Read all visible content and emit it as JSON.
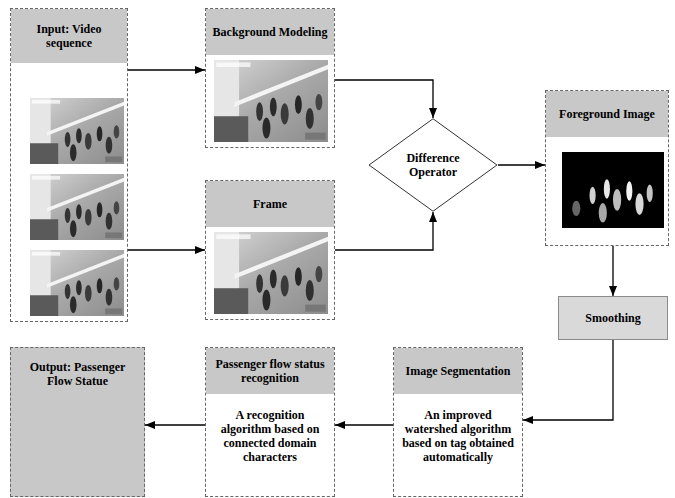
{
  "diagram": {
    "nodes": [
      {
        "text": [
          "Input: Video sequence"
        ]
      },
      {
        "text": [
          "Background Modeling"
        ]
      },
      {
        "text": [
          "Difference Operator"
        ]
      },
      {
        "text": [
          "Frame"
        ]
      },
      {
        "text": [
          "Foreground Image"
        ]
      },
      {
        "text": [
          "Smoothing"
        ]
      },
      {
        "text": [
          "Image Segmentation",
          "An improved watershed algorithm based on tag obtained automatically"
        ]
      },
      {
        "text": [
          "Passenger flow status recognition",
          "A recognition algorithm based on connected domain characters"
        ]
      },
      {
        "text": [
          "Output: Passenger Flow Statue"
        ]
      }
    ],
    "edges": [
      {
        "from": 0,
        "to": 1,
        "arrow": "to"
      },
      {
        "from": 0,
        "to": 3,
        "arrow": "to"
      },
      {
        "from": 1,
        "to": 2,
        "arrow": "to"
      },
      {
        "from": 3,
        "to": 2,
        "arrow": "to"
      },
      {
        "from": 2,
        "to": 4,
        "arrow": "to"
      },
      {
        "from": 4,
        "to": 5,
        "arrow": "to"
      },
      {
        "from": 5,
        "to": 6,
        "arrow": "to"
      },
      {
        "from": 6,
        "to": 7,
        "arrow": "to"
      },
      {
        "from": 7,
        "to": 8,
        "arrow": "to"
      }
    ]
  }
}
